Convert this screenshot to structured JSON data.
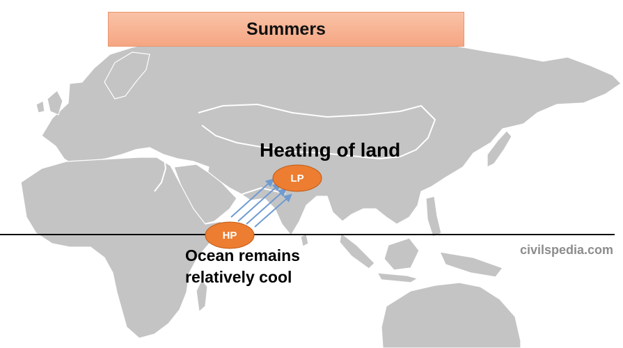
{
  "title": "Summers",
  "land_label": "Heating of land",
  "low_pressure": "LP",
  "high_pressure": "HP",
  "ocean_label_line1": "Ocean remains",
  "ocean_label_line2": "relatively cool",
  "watermark": "civilspedia.com",
  "colors": {
    "land": "#c4c4c4",
    "pressure_bubble": "#ed7d31",
    "arrow": "#6f9bd1",
    "title_fill": "#f7b496"
  }
}
